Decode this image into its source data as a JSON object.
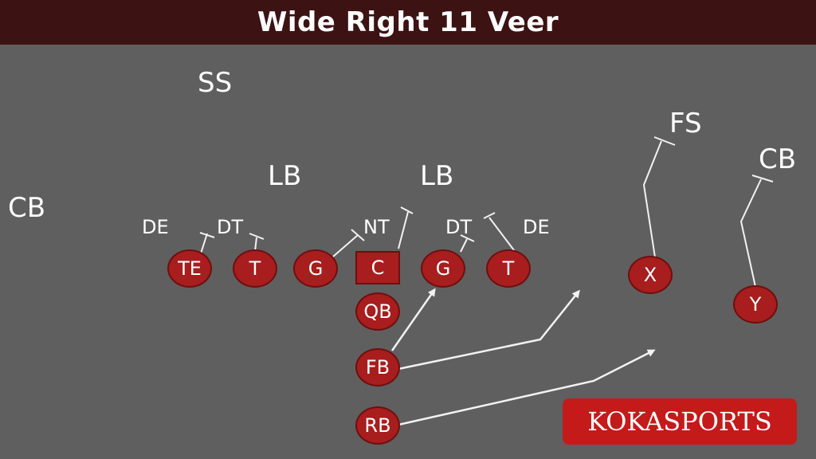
{
  "title": "Wide Right 11 Veer",
  "defense": {
    "ss": "SS",
    "lb_left": "LB",
    "lb_right": "LB",
    "cb_left": "CB",
    "cb_right": "CB",
    "fs": "FS",
    "de_left": "DE",
    "dt_left": "DT",
    "nt": "NT",
    "dt_right": "DT",
    "de_right": "DE"
  },
  "offense": {
    "te": "TE",
    "lt": "T",
    "lg": "G",
    "c": "C",
    "rg": "G",
    "rt": "T",
    "qb": "QB",
    "fb": "FB",
    "rb": "RB",
    "x": "X",
    "y": "Y"
  },
  "colors": {
    "field": "#5f5f5f",
    "title_bar": "#3c1212",
    "player_fill": "#a81d1d",
    "brand_fill": "#c41a1a",
    "route": "#f2f2f2"
  },
  "watermark": "KOKASPORTS"
}
